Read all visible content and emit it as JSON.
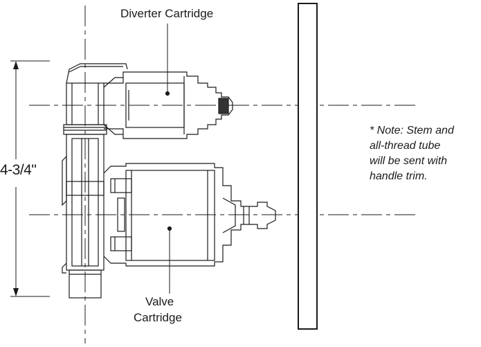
{
  "labels": {
    "diverter_cartridge": "Diverter Cartridge",
    "valve_cartridge_line1": "Valve",
    "valve_cartridge_line2": "Cartridge",
    "dimension": "4-3/4\""
  },
  "note": {
    "lines": [
      "* Note: Stem and",
      "all-thread tube",
      "will be sent with",
      "handle trim."
    ]
  },
  "colors": {
    "line": "#1a1a1a",
    "background": "#ffffff"
  }
}
